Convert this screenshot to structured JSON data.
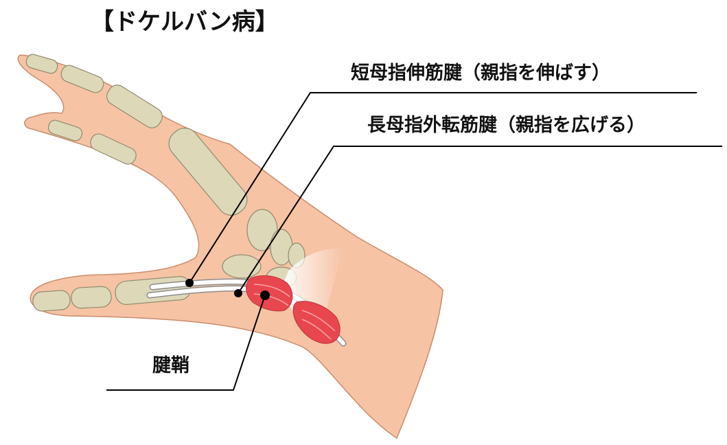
{
  "title": "【ドケルバン病】",
  "labels": {
    "epb_tendon": "短母指伸筋腱（親指を伸ばす）",
    "apl_tendon": "長母指外転筋腱（親指を広げる）",
    "tendon_sheath": "腱鞘"
  },
  "colors": {
    "skin": "#f6c3a5",
    "skin_outline": "#c98d6c",
    "bone": "#ddd8b8",
    "bone_outline": "#8f8a6d",
    "sheath": "#e8474f",
    "tendon": "#ffffff",
    "leader_line": "#000000"
  }
}
